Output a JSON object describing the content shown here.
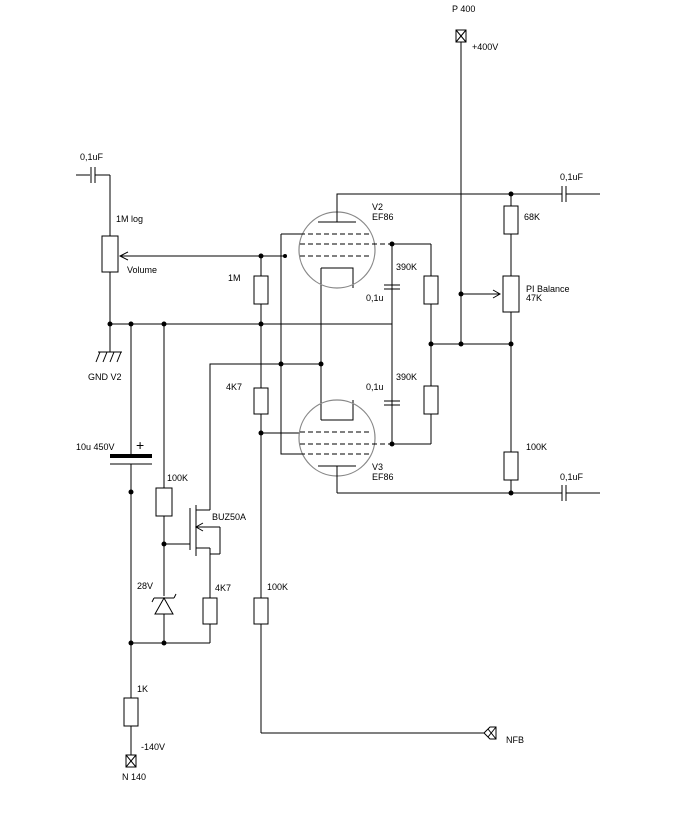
{
  "ports": {
    "p400": "P 400",
    "plus400": "+400V",
    "n140": "N 140",
    "minus140": "-140V",
    "nfb": "NFB"
  },
  "labels": {
    "c_in": "0,1uF",
    "pot_value": "1M log",
    "volume": "Volume",
    "gnd": "GND V2",
    "r_1m": "1M",
    "r_4k7_top": "4K7",
    "c_10u": "10u 450V",
    "plus": "+",
    "r_100k_left": "100K",
    "mosfet": "BUZ50A",
    "zener": "28V",
    "r_4k7_bottom": "4K7",
    "r_1k": "1K",
    "r_100k_nfb": "100K",
    "v2_name": "V2",
    "v2_type": "EF86",
    "v3_name": "V3",
    "v3_type": "EF86",
    "c_01u_top": "0,1u",
    "c_01u_bottom": "0,1u",
    "r_390k_top": "390K",
    "r_390k_bottom": "390K",
    "r_68k": "68K",
    "pi_balance": "PI Balance",
    "pi_value": "47K",
    "r_100k_right": "100K",
    "c_out_top": "0,1uF",
    "c_out_bottom": "0,1uF"
  }
}
